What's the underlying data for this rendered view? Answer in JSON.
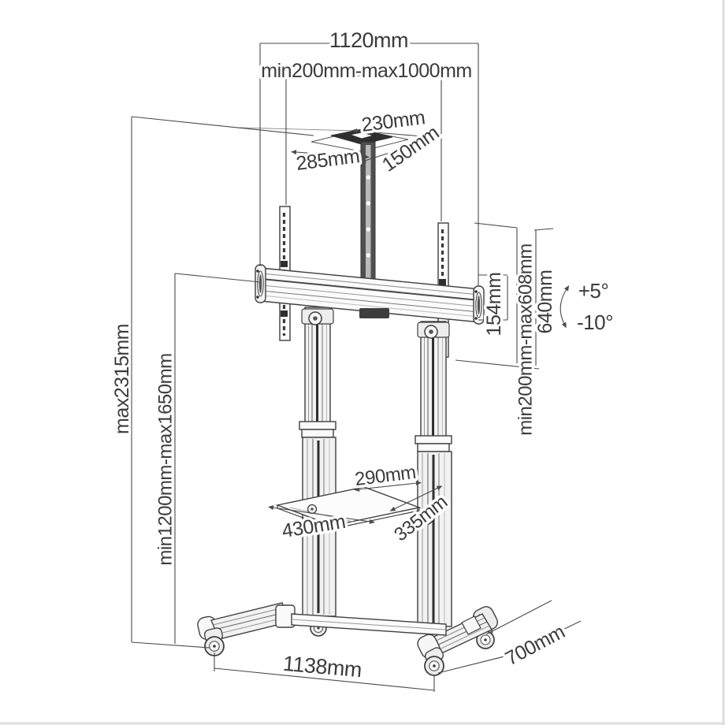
{
  "diagram": {
    "type": "technical-drawing",
    "subject": "mobile TV floor stand with casters, height-adjustable columns and shelf",
    "dimensions": {
      "total_width": "1120mm",
      "vesa_width_range": "min200mm-max1000mm",
      "top_plate_depth": "230mm",
      "top_plate_width": "285mm",
      "top_plate_side": "150mm",
      "max_height": "max2315mm",
      "screen_height_range": "min1200mm-max1650mm",
      "crossbar_height": "154mm",
      "vesa_height_range": "min200mm-max608mm",
      "bracket_span": "640mm",
      "tilt_up": "+5°",
      "tilt_down": "-10°",
      "shelf_depth": "290mm",
      "shelf_width": "430mm",
      "shelf_side": "335mm",
      "base_width": "1138mm",
      "base_depth": "700mm"
    }
  }
}
